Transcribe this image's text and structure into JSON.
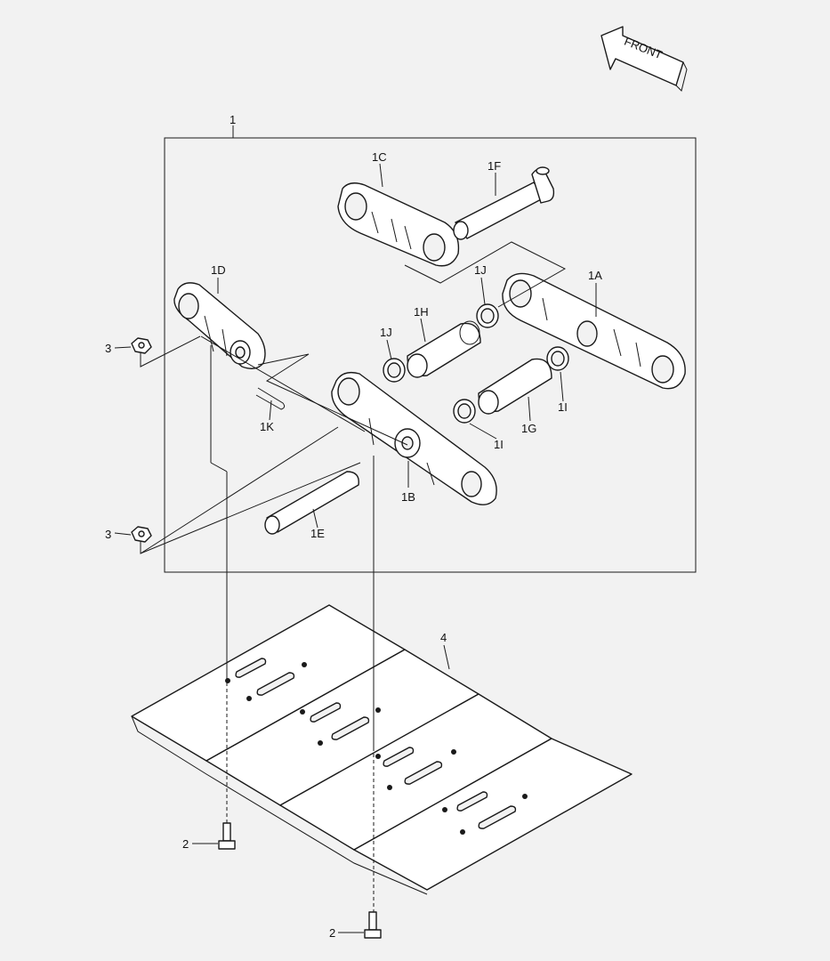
{
  "front_label": "FRONT",
  "callouts": {
    "c1": "1",
    "c1A": "1A",
    "c1B": "1B",
    "c1C": "1C",
    "c1D": "1D",
    "c1E": "1E",
    "c1F": "1F",
    "c1G": "1G",
    "c1H": "1H",
    "c1I_a": "1I",
    "c1I_b": "1I",
    "c1J_a": "1J",
    "c1J_b": "1J",
    "c1K": "1K",
    "c2_a": "2",
    "c2_b": "2",
    "c3_a": "3",
    "c3_b": "3",
    "c4": "4"
  }
}
